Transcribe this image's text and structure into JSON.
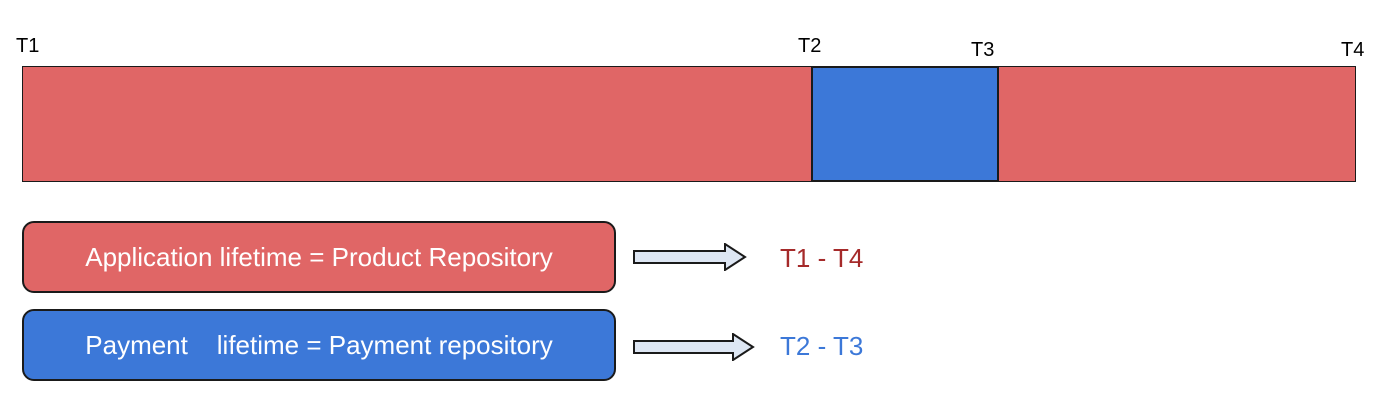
{
  "colors": {
    "application": "#e06666",
    "payment": "#3c78d8",
    "application_text": "#a52a2a",
    "payment_text": "#3c78d8",
    "arrow_fill": "#dde6f3"
  },
  "timeline": {
    "ticks": [
      "T1",
      "T2",
      "T3",
      "T4"
    ]
  },
  "legend": [
    {
      "label": "Application lifetime = Product Repository",
      "range": "T1 - T4"
    },
    {
      "label": "Payment    lifetime = Payment repository",
      "range": "T2 - T3"
    }
  ]
}
